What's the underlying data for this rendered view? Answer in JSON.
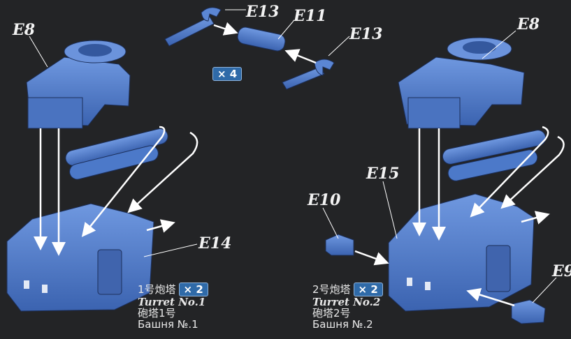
{
  "labels": {
    "e8_left": "E8",
    "e8_right": "E8",
    "e13_top": "E13",
    "e11": "E11",
    "e13_right": "E13",
    "e14": "E14",
    "e15": "E15",
    "e10": "E10",
    "e9": "E9"
  },
  "barrel_qty": "× 4",
  "turret1": {
    "zh_title": "1号炮塔",
    "qty": "× 2",
    "en": "Turret No.1",
    "zh_alt": "砲塔1号",
    "ru": "Башня №.1"
  },
  "turret2": {
    "zh_title": "2号炮塔",
    "qty": "× 2",
    "en": "Turret No.2",
    "zh_alt": "砲塔2号",
    "ru": "Башня №.2"
  },
  "colors": {
    "background": "#232426",
    "part_blue": "#4a78c8",
    "arrow": "#ffffff"
  }
}
